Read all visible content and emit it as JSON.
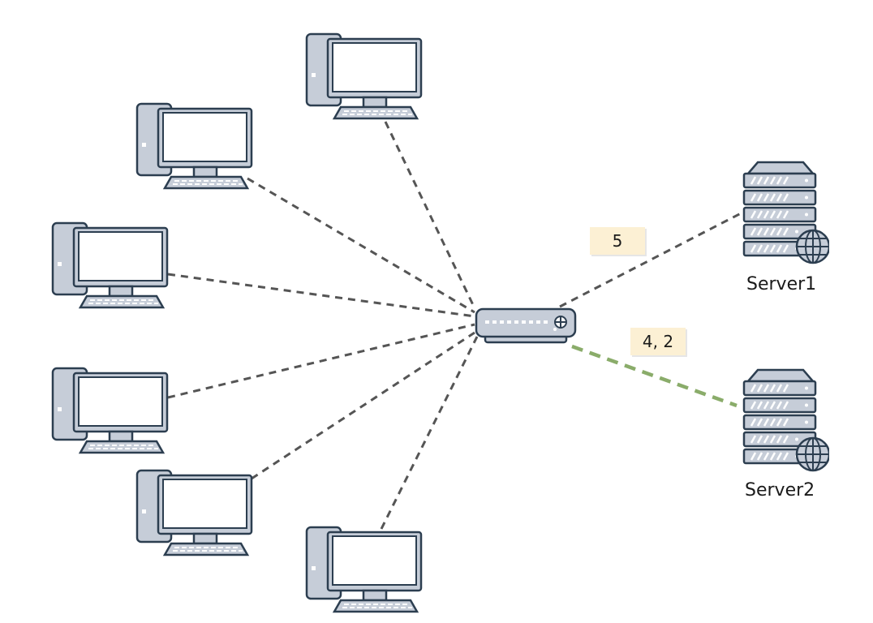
{
  "diagram": {
    "computers": [
      {
        "id": "pc-1"
      },
      {
        "id": "pc-2"
      },
      {
        "id": "pc-3"
      },
      {
        "id": "pc-4"
      },
      {
        "id": "pc-5"
      },
      {
        "id": "pc-6"
      }
    ],
    "servers": [
      {
        "id": "server-1",
        "label": "Server1",
        "link_label": "5",
        "link_highlight": false
      },
      {
        "id": "server-2",
        "label": "Server2",
        "link_label": "4, 2",
        "link_highlight": true
      }
    ],
    "colors": {
      "device_fill": "#c6cdd8",
      "device_stroke": "#2c3e50",
      "link_dashed": "#555555",
      "link_highlight": "#8aac6a",
      "label_bg": "#fcf0d4"
    },
    "icons": {
      "computer": "desktop-computer-icon",
      "server": "server-rack-icon",
      "router": "network-switch-icon",
      "globe": "globe-icon"
    }
  }
}
